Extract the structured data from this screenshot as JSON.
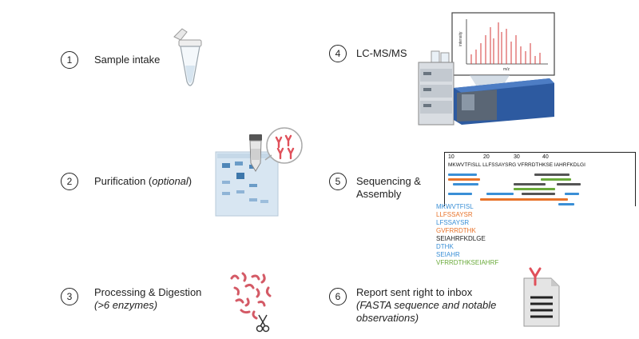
{
  "steps": [
    {
      "num": "1",
      "label": "Sample intake"
    },
    {
      "num": "2",
      "label": "Purification (",
      "label_italic": "optional",
      "label_end": ")"
    },
    {
      "num": "3",
      "label": "Processing & Digestion",
      "sub": ">6 enzymes",
      "sub_open": "(",
      "sub_close": ")"
    },
    {
      "num": "4",
      "label": "LC-MS/MS"
    },
    {
      "num": "5",
      "label": "Sequencing &",
      "label2": "Assembly"
    },
    {
      "num": "6",
      "label": "Report sent right to inbox",
      "sub": "FASTA sequence and notable observations",
      "sub_line1": "(FASTA sequence and notable",
      "sub_line2": "observations)"
    }
  ],
  "spectrum": {
    "ylabel": "intensity",
    "xlabel": "m/z"
  },
  "sequence": {
    "ticks": [
      "10",
      "20",
      "30",
      "40"
    ],
    "text": "MKWVTFISLL LLFSSAYSRG VFRRDTHKSE IAHRFKDLGI"
  },
  "peptides": [
    {
      "text": "MKWVTFISL",
      "color": "#3a8fd6"
    },
    {
      "text": "LLFSSAYSR",
      "color": "#e8732a"
    },
    {
      "text": "LFSSAYSR",
      "color": "#3a8fd6"
    },
    {
      "text": "GVFRRDTHK",
      "color": "#e8732a"
    },
    {
      "text": "SEIAHRFKDLGE",
      "color": "#222222"
    },
    {
      "text": "DTHK",
      "color": "#3a8fd6"
    },
    {
      "text": "SEIAHR",
      "color": "#3a8fd6"
    },
    {
      "text": "VFRRDTHKSEIAHRF",
      "color": "#6aaa3a"
    }
  ],
  "colors": {
    "blue": "#3a8fd6",
    "orange": "#e8732a",
    "green": "#6aaa3a",
    "gray": "#8a8a8a",
    "red": "#d63a3a",
    "antibody": "#e0505a"
  }
}
